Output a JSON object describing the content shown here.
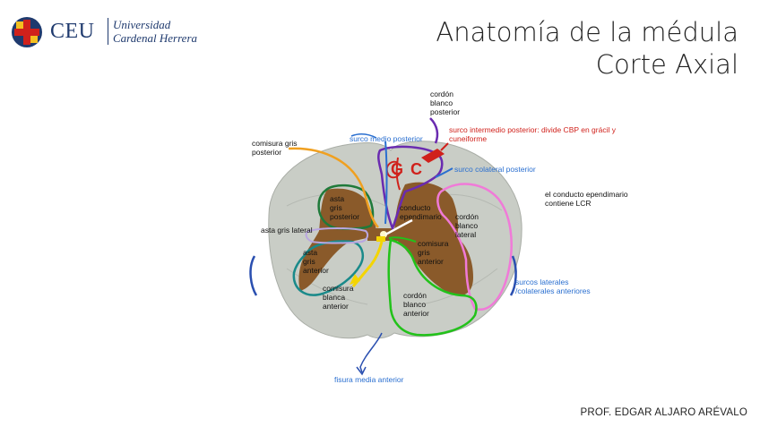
{
  "logo": {
    "abbr": "CEU",
    "line1": "Universidad",
    "line2": "Cardenal Herrera"
  },
  "title": {
    "line1": "Anatomía de la médula",
    "line2": "Corte Axial"
  },
  "labels": {
    "cordon_blanco_posterior": [
      "cordón",
      "blanco",
      "posterior"
    ],
    "surco_medio_posterior": "surco medio posterior",
    "comisura_gris_posterior": [
      "comisura gris",
      "posterior"
    ],
    "surco_intermedio_posterior": [
      "surco intermedio posterior: divide CBP en grácil y",
      "cuneiforme"
    ],
    "surco_colateral_posterior": "surco colateral posterior",
    "conducto_ependimario_note": [
      "el conducto ependimario",
      "contiene LCR"
    ],
    "asta_gris_posterior": [
      "asta",
      "gris",
      "posterior"
    ],
    "conducto_ependimario": [
      "conducto",
      "ependimario"
    ],
    "cordon_blanco_lateral": [
      "cordón",
      "blanco",
      "lateral"
    ],
    "asta_gris_lateral": "asta gris lateral",
    "asta_gris_anterior": [
      "asta",
      "gris",
      "anterior"
    ],
    "comisura_gris_anterior": [
      "comisura",
      "gris",
      "anterior"
    ],
    "comisura_blanca_anterior": [
      "comisura",
      "blanca",
      "anterior"
    ],
    "cordon_blanco_anterior": [
      "cordón",
      "blanco",
      "anterior"
    ],
    "surcos_laterales": [
      "surcos laterales",
      "/colaterales anteriores"
    ],
    "fisura_media_anterior": "fisura media anterior",
    "letter_g": "G",
    "letter_c": "C"
  },
  "author": "PROF. EDGAR ALJARO ARÉVALO",
  "colors": {
    "brand_blue": "#1f3a6e",
    "brand_red": "#d0211b",
    "label_blue": "#2a6fd0",
    "white_matter": "#c9cdc6",
    "gray_matter": "#8a5a2a",
    "purple": "#6a2bb0",
    "orange": "#f0a020",
    "teal": "#1a8a8a",
    "green_dark": "#1f7a3a",
    "green": "#22c21a",
    "pink": "#f07ad8",
    "yellow": "#f4d500",
    "lavender": "#b9a6e0"
  }
}
